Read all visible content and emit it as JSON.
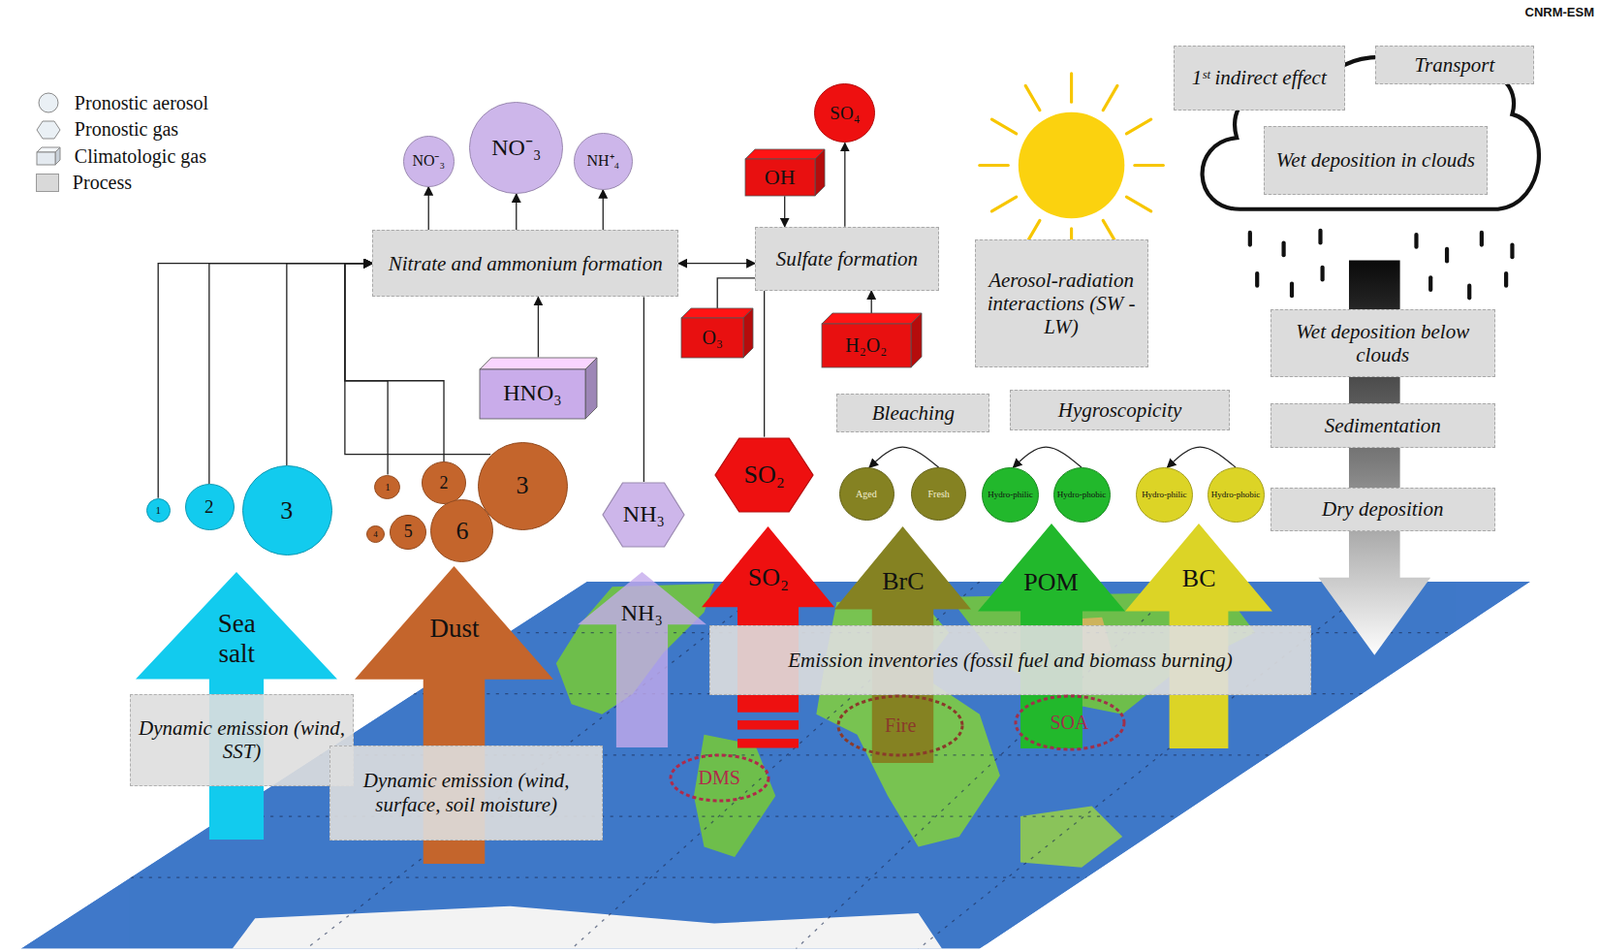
{
  "diagram": {
    "nodes": [
      {
        "text": [
          "NO⁻₃"
        ]
      },
      {
        "text": [
          "NO⁻₃"
        ]
      },
      {
        "text": [
          "NH⁺₄"
        ]
      },
      {
        "text": [
          "SO₄"
        ]
      },
      {
        "text": [
          "1ˢᵗ indirect effect"
        ]
      },
      {
        "text": [
          "Transport"
        ]
      },
      {
        "text": [
          "OH"
        ]
      },
      {
        "text": [
          "Nitrate and ammonium formation"
        ]
      },
      {
        "text": [
          "Sulfate formation"
        ]
      },
      {
        "text": [
          "Wet deposition in clouds"
        ]
      },
      {
        "text": [
          "Aerosol-radiation interactions (SW - LW)"
        ]
      },
      {
        "text": [
          "O₃"
        ]
      },
      {
        "text": [
          "H₂O₂"
        ]
      },
      {
        "text": [
          "HNO₃"
        ]
      },
      {
        "text": [
          "Wet deposition below clouds"
        ]
      },
      {
        "text": [
          "Bleaching"
        ]
      },
      {
        "text": [
          "Hygroscopicity"
        ]
      },
      {
        "text": [
          "Sedimentation"
        ]
      },
      {
        "text": [
          "1"
        ]
      },
      {
        "text": [
          "2"
        ]
      },
      {
        "text": [
          "3"
        ]
      },
      {
        "text": [
          "1"
        ]
      },
      {
        "text": [
          "2"
        ]
      },
      {
        "text": [
          "3"
        ]
      },
      {
        "text": [
          "4"
        ]
      },
      {
        "text": [
          "5"
        ]
      },
      {
        "text": [
          "6"
        ]
      },
      {
        "text": [
          "NH₃"
        ]
      },
      {
        "text": [
          "SO₂"
        ]
      },
      {
        "text": [
          "Aged"
        ]
      },
      {
        "text": [
          "Fresh"
        ]
      },
      {
        "text": [
          "Hydro-philic"
        ]
      },
      {
        "text": [
          "Hydro-phobic"
        ]
      },
      {
        "text": [
          "Hydro-philic"
        ]
      },
      {
        "text": [
          "Hydro-phobic"
        ]
      },
      {
        "text": [
          "Dry deposition"
        ]
      },
      {
        "text": [
          "Sea salt"
        ]
      },
      {
        "text": [
          "Dust"
        ]
      },
      {
        "text": [
          "NH₃"
        ]
      },
      {
        "text": [
          "SO₂"
        ]
      },
      {
        "text": [
          "BrC"
        ]
      },
      {
        "text": [
          "POM"
        ]
      },
      {
        "text": [
          "BC"
        ]
      },
      {
        "text": [
          "Dynamic emission (wind, SST)"
        ]
      },
      {
        "text": [
          "Dynamic emission (wind, surface, soil moisture)"
        ]
      },
      {
        "text": [
          "Emission inventories (fossil fuel and biomass burning)"
        ]
      },
      {
        "text": [
          "DMS"
        ]
      },
      {
        "text": [
          "Fire"
        ]
      },
      {
        "text": [
          "SOA"
        ]
      }
    ],
    "edges": [
      {
        "from": 18,
        "to": 7,
        "arrow": "to"
      },
      {
        "from": 19,
        "to": 7,
        "arrow": "to"
      },
      {
        "from": 20,
        "to": 7,
        "arrow": "to"
      },
      {
        "from": 21,
        "to": 7,
        "arrow": "to"
      },
      {
        "from": 22,
        "to": 7,
        "arrow": "to"
      },
      {
        "from": 23,
        "to": 7,
        "arrow": "to"
      },
      {
        "from": 7,
        "to": 0,
        "arrow": "to"
      },
      {
        "from": 7,
        "to": 1,
        "arrow": "to"
      },
      {
        "from": 7,
        "to": 2,
        "arrow": "to"
      },
      {
        "from": 13,
        "to": 7,
        "arrow": "to"
      },
      {
        "from": 27,
        "to": 7,
        "arrow": "none"
      },
      {
        "from": 7,
        "to": 8,
        "arrow": "both"
      },
      {
        "from": 11,
        "to": 8,
        "arrow": "none"
      },
      {
        "from": 6,
        "to": 8,
        "arrow": "to"
      },
      {
        "from": 12,
        "to": 8,
        "arrow": "to"
      },
      {
        "from": 28,
        "to": 8,
        "arrow": "none"
      },
      {
        "from": 8,
        "to": 3,
        "arrow": "to"
      },
      {
        "from": 30,
        "to": 29,
        "arrow": "to"
      },
      {
        "from": 32,
        "to": 31,
        "arrow": "to"
      },
      {
        "from": 34,
        "to": 33,
        "arrow": "to"
      }
    ],
    "labels": [
      "CNRM-ESM"
    ],
    "legend": [
      {
        "text": "Pronostic aerosol"
      },
      {
        "text": "Pronostic gas"
      },
      {
        "text": "Climatologic gas"
      },
      {
        "text": "Process",
        "color": "#d9d9d9"
      }
    ]
  }
}
